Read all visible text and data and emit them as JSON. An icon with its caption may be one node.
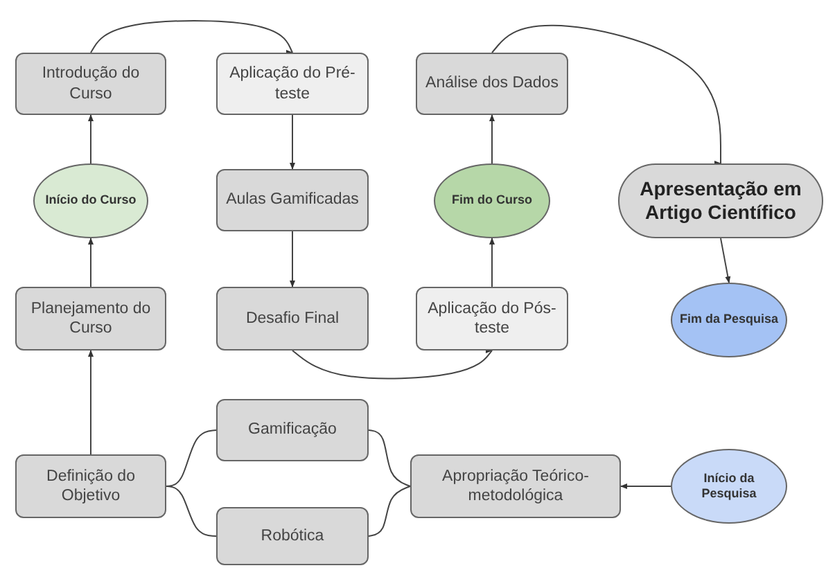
{
  "diagram": {
    "nodes": [
      {
        "text": [
          "Introdução do Curso"
        ]
      },
      {
        "text": [
          "Aplicação do Pré-teste"
        ]
      },
      {
        "text": [
          "Análise dos Dados"
        ]
      },
      {
        "text": [
          "Início do Curso"
        ]
      },
      {
        "text": [
          "Aulas Gamificadas"
        ]
      },
      {
        "text": [
          "Fim do Curso"
        ]
      },
      {
        "text": [
          "Apresentação em Artigo Científico"
        ]
      },
      {
        "text": [
          "Planejamento do Curso"
        ]
      },
      {
        "text": [
          "Desafio Final"
        ]
      },
      {
        "text": [
          "Aplicação do Pós-teste"
        ]
      },
      {
        "text": [
          "Fim da Pesquisa"
        ]
      },
      {
        "text": [
          "Gamificação"
        ]
      },
      {
        "text": [
          "Definição do Objetivo"
        ]
      },
      {
        "text": [
          "Apropriação Teórico-metodológica"
        ]
      },
      {
        "text": [
          "Início da Pesquisa"
        ]
      },
      {
        "text": [
          "Robótica"
        ]
      }
    ],
    "edges": [
      {
        "from": 14,
        "to": 13,
        "arrow": "to"
      },
      {
        "from": 13,
        "to": 11,
        "arrow": "to"
      },
      {
        "from": 13,
        "to": 15,
        "arrow": "to"
      },
      {
        "from": 11,
        "to": 12,
        "arrow": "to"
      },
      {
        "from": 15,
        "to": 12,
        "arrow": "to"
      },
      {
        "from": 12,
        "to": 7,
        "arrow": "to"
      },
      {
        "from": 7,
        "to": 3,
        "arrow": "to"
      },
      {
        "from": 3,
        "to": 0,
        "arrow": "to"
      },
      {
        "from": 0,
        "to": 1,
        "arrow": "to"
      },
      {
        "from": 1,
        "to": 4,
        "arrow": "to"
      },
      {
        "from": 4,
        "to": 8,
        "arrow": "to"
      },
      {
        "from": 8,
        "to": 9,
        "arrow": "to"
      },
      {
        "from": 9,
        "to": 5,
        "arrow": "to"
      },
      {
        "from": 5,
        "to": 2,
        "arrow": "to"
      },
      {
        "from": 2,
        "to": 6,
        "arrow": "to"
      },
      {
        "from": 6,
        "to": 10,
        "arrow": "to"
      }
    ]
  }
}
